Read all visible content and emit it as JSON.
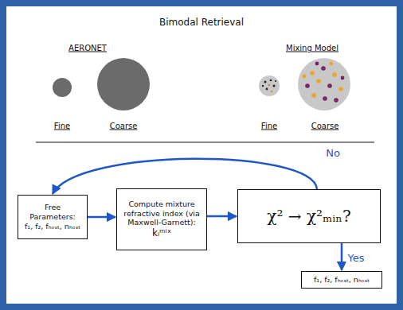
{
  "diagram": {
    "title": "Bimodal Retrieval",
    "nodes": [
      {
        "text": [
          "Free Parameters:",
          "f₁, f₂, fₕₒₛₜ, nₕₒₛₜ"
        ]
      },
      {
        "text": [
          "Compute mixture refractive index (via Maxwell-Garnett):",
          "kᵢᵐⁱˣ"
        ]
      },
      {
        "text": [
          "χ² → χ²ₘᵢₙ?"
        ]
      },
      {
        "text": [
          "f₁, f₂, fₕₒₛₜ, nₕₒₛₜ"
        ]
      }
    ],
    "edges": [
      {
        "from": 0,
        "to": 1,
        "arrow": "to"
      },
      {
        "from": 1,
        "to": 2,
        "arrow": "to"
      },
      {
        "from": 2,
        "to": 0,
        "label": "No",
        "arrow": "to"
      },
      {
        "from": 2,
        "to": 3,
        "label": "Yes",
        "arrow": "to"
      }
    ],
    "labels": [
      "AERONET",
      "Mixing Model",
      "Fine",
      "Coarse",
      "Fine",
      "Coarse"
    ]
  }
}
